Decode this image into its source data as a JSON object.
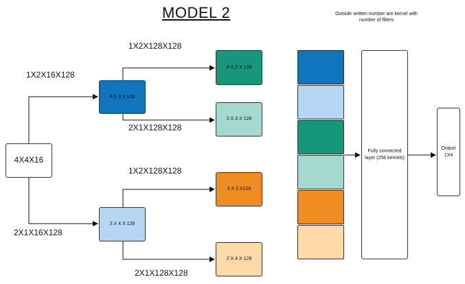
{
  "title": "MODEL 2",
  "note": "Outside written number are kernel with number of filters",
  "input": {
    "label": "4X4X16"
  },
  "branches": [
    {
      "edge_label": "1X2X16X128",
      "node": {
        "label": "4 X 3 X 128",
        "color": "#0f75bc"
      },
      "outputs": [
        {
          "edge_label": "1X2X128X128",
          "label": "4 X 2 X 128",
          "color": "#17967c"
        },
        {
          "edge_label": "2X1X128X128",
          "label": "3 X 3 X 128",
          "color": "#a3d9cf"
        }
      ]
    },
    {
      "edge_label": "2X1X16X128",
      "node": {
        "label": "3 X 4 X 128",
        "color": "#b5d7f1"
      },
      "outputs": [
        {
          "edge_label": "1X2X128X128",
          "label": "3 X 3 X128",
          "color": "#f08c21"
        },
        {
          "edge_label": "2X1X128X128",
          "label": "2 X  4 X 128",
          "color": "#fedaa9"
        }
      ]
    }
  ],
  "stack_colors": [
    "#0f75bc",
    "#b5d7f1",
    "#17967c",
    "#a3d9cf",
    "#f08c21",
    "#fedaa9"
  ],
  "fully_connected": {
    "label": "Fully connected layer (256 kernels)"
  },
  "output": {
    "label": "Output 1X4"
  }
}
